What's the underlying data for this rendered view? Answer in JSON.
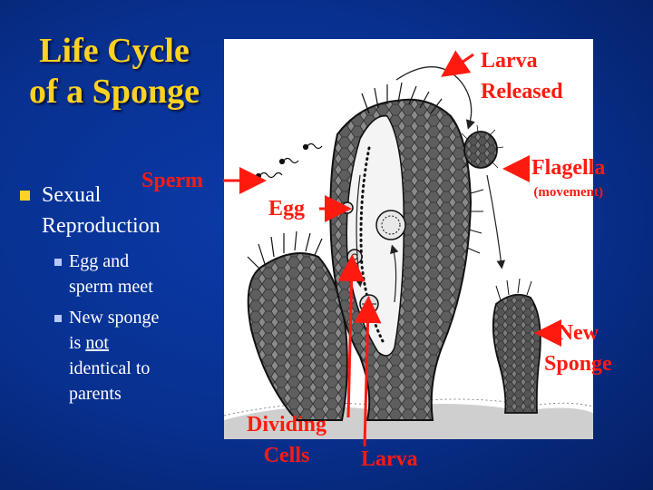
{
  "title": {
    "line1": "Life Cycle",
    "line2": "of a Sponge"
  },
  "bullets": {
    "main": {
      "line1": "Sexual",
      "line2": "Reproduction"
    },
    "sub1": {
      "line1": "Egg and",
      "line2": "sperm meet"
    },
    "sub2": {
      "line1": "New sponge",
      "line2a": "is ",
      "line2b": "not",
      "line3": "identical to",
      "line4": "parents"
    }
  },
  "labels": {
    "larva_released": {
      "line1": "Larva",
      "line2": "Released"
    },
    "flagella": "Flagella",
    "flagella_note": "(movement)",
    "sperm": "Sperm",
    "egg": "Egg",
    "new_sponge": {
      "line1": "New",
      "line2": "Sponge"
    },
    "dividing_cells": {
      "line1": "Dividing",
      "line2": "Cells"
    },
    "larva": "Larva"
  },
  "colors": {
    "title": "#ffd21f",
    "label": "#ff1a10",
    "arrow": "#ff1a10",
    "background": "#08308f"
  }
}
